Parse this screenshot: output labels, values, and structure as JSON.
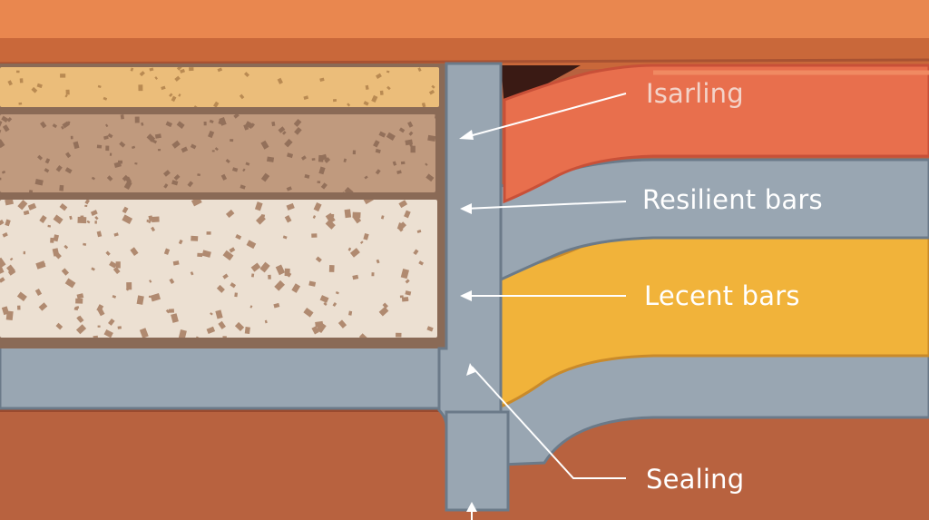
{
  "labels": {
    "top_sealing": "Isarling",
    "resilient_bars": "Resilient bars",
    "lecent_bars": "Lecent bars",
    "bottom_sealing": "Sealing"
  },
  "colors": {
    "top_band": "#e9874f",
    "top_band_edge": "#c9683a",
    "sand_layer": "#ebbd7a",
    "gravel_layer": "#c09a7e",
    "speckled_layer": "#ece0d2",
    "soil_outline": "#8a6a56",
    "gray_channel": "#99a6b2",
    "gray_outline": "#6b7a89",
    "red_bar": "#e86f4d",
    "red_bar_edge": "#c85038",
    "orange_bar": "#f1b33a",
    "bottom_ground": "#b8623f",
    "bottom_ground_edge": "#9a4a2e",
    "dark_gap": "#3a1a14",
    "label_text": "#ffffff"
  }
}
